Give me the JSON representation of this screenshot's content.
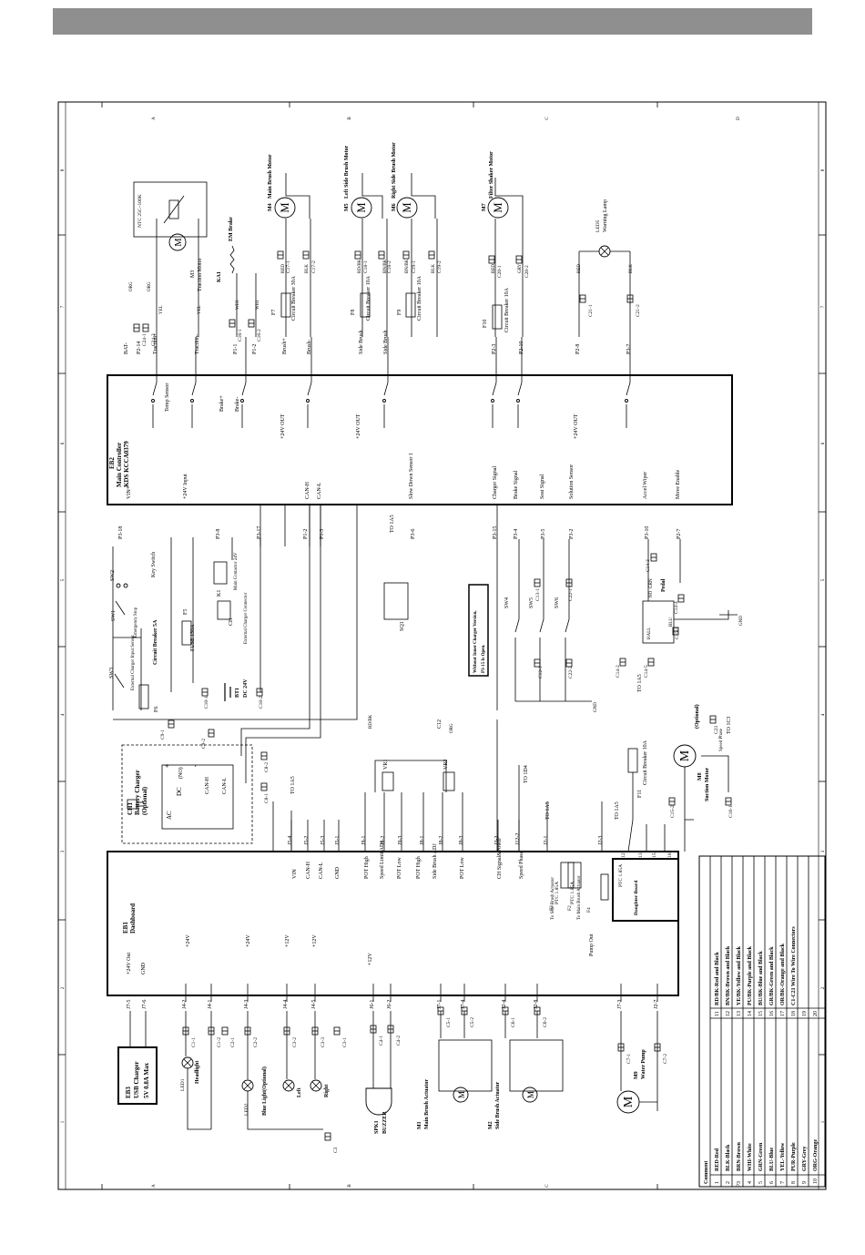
{
  "border": {
    "rows": [
      "A",
      "B",
      "C",
      "D"
    ],
    "cols": [
      "1",
      "2",
      "3",
      "4",
      "5",
      "6",
      "7",
      "8"
    ]
  },
  "boxes": {
    "main_controller": {
      "id": "EB2",
      "title": "Main Controller",
      "model": "KDS KCCA0379"
    },
    "dashboard": {
      "id": "EB1",
      "title": "Dashboard"
    },
    "usb_charger": {
      "id": "EB3",
      "title": "USB Charger",
      "rating": "5V 0.8A Max"
    },
    "battery_charger": {
      "id": "CH1",
      "title": "Battery Charger",
      "note": "(Optional)",
      "dc": "DC",
      "ac": "AC",
      "no": "(NO)",
      "canh": "CAN-H",
      "canl": "CAN-L"
    },
    "daughter_board": {
      "title": "Daughter Board",
      "j12": "J12",
      "j13": "J13",
      "j15": "J15",
      "j18": "J18"
    },
    "inner_charger_note": {
      "line1": "Without Inner Charger Version,",
      "line2": "P3-15 Is Open."
    }
  },
  "controller_signals": [
    "VIN+",
    "+24V Input",
    "CAN-H",
    "CAN-L",
    "Slow Down Sensor 1",
    "Charger Signal",
    "Brake Signal",
    "Seat Signal",
    "Solution Sensor",
    "Accel Wiper",
    "Move Enable",
    "Temp Sensor",
    "Brake+",
    "Brake-",
    "+24V OUT",
    "+24V OUT",
    "+24V OUT"
  ],
  "controller_pins": [
    "BAT-",
    "P2-14",
    "Traction+",
    "Traction-",
    "P1-1",
    "P1-2",
    "Brush+",
    "Brush-",
    "Side Brush",
    "Side Brush",
    "P2-3",
    "P2-10",
    "P2-8",
    "P3-7",
    "P3-18",
    "P3-8",
    "P3-17",
    "P1-2",
    "P1-3",
    "P3-6",
    "P3-15",
    "P3-4",
    "P3-5",
    "P3-2",
    "P3-10",
    "P2-7"
  ],
  "dashboard_signals": [
    "+24V Out",
    "GND",
    "VIN",
    "CAN-H",
    "CAN-L",
    "GND",
    "POT High",
    "Speed Limit ADJ",
    "POT Low",
    "POT High",
    "Side Brush ADJ",
    "POT Low",
    "CH Signal&Power",
    "Speed Phase",
    "Pump Out",
    "+24V",
    "+24V",
    "+12V",
    "+12V",
    "+12V"
  ],
  "dashboard_pins": [
    "J7-5",
    "J7-6",
    "J4-2",
    "J4-1",
    "J4-3",
    "J4-4",
    "J4-5",
    "J6-1",
    "J6-2",
    "J7-1",
    "J7-4",
    "J2-4",
    "J2-8",
    "J7-3",
    "J2-7",
    "J5-4",
    "J5-2",
    "J5-3",
    "J5-1",
    "J9-1",
    "J9-2",
    "J9-3",
    "J8-1",
    "J8-2",
    "J8-3",
    "J2-2",
    "J12-2",
    "J2-1",
    "J2-3"
  ],
  "dashboard_fuses": [
    {
      "id": "F3",
      "label": "PTC 1.85A",
      "note": "To Side Brush Actuator"
    },
    {
      "id": "F2",
      "label": "PTC 1.85A",
      "note": "To Main Brush Actuator"
    },
    {
      "id": "F4",
      "label": "PTC 1.85A"
    }
  ],
  "motors": {
    "m1": {
      "id": "M1",
      "name": "Main Brush Actuator"
    },
    "m2": {
      "id": "M2",
      "name": "Side Brush Actuator"
    },
    "m3": {
      "id": "M3",
      "name": "Traction Motor"
    },
    "m4": {
      "id": "M4",
      "name": "Main Brush Motor"
    },
    "m5": {
      "id": "M5",
      "name": "Left Side Brush Motor"
    },
    "m6": {
      "id": "M6",
      "name": "Right Side Brush Motor"
    },
    "m7": {
      "id": "M7",
      "name": "Filter Shaker Motor"
    },
    "m8": {
      "id": "M8",
      "name": "Suction Motor"
    },
    "m9": {
      "id": "M9",
      "name": "Water Pump"
    }
  },
  "breakers": [
    {
      "id": "F7",
      "label": "Circuit Breaker 30A"
    },
    {
      "id": "F8",
      "label": "Circuit Breaker 10A"
    },
    {
      "id": "F9",
      "label": "Circuit Breaker 10A"
    },
    {
      "id": "F10",
      "label": "Circuit Breaker 10A"
    },
    {
      "id": "F11",
      "label": "Circuit Breaker 10A"
    },
    {
      "id": "F6",
      "label": "Circuit Breaker 5A"
    },
    {
      "id": "F5",
      "label": "FUSE 150A"
    }
  ],
  "switches": [
    {
      "id": "SW1",
      "label": "Emergency Stop"
    },
    {
      "id": "SW2",
      "label": "Key Switch"
    },
    {
      "id": "SW3",
      "label": "External Charger Input Sensor"
    },
    {
      "id": "SW4",
      "label": ""
    },
    {
      "id": "SW5",
      "label": ""
    },
    {
      "id": "SW6",
      "label": ""
    },
    {
      "id": "SQ1",
      "label": ""
    }
  ],
  "misc": {
    "bt1": {
      "id": "BT1",
      "label": "DC 24V"
    },
    "k1": {
      "id": "K1",
      "label": "Main Contactor 24V"
    },
    "ch_ext": {
      "id": "CH",
      "label": "External Charger Connector"
    },
    "em_brake": {
      "id": "KA1",
      "label": "EM Brake"
    },
    "ntc": {
      "label": "NTC 25C~100K"
    },
    "warning_lamp": {
      "id": "LED5",
      "label": "Warning Lamp"
    },
    "headlight": {
      "id": "LED1",
      "label": "Headlight"
    },
    "blue_light": {
      "id": "LED2",
      "label": "Blue Light(Optional)"
    },
    "left_light": {
      "id": "LED3",
      "label": "Left"
    },
    "right_light": {
      "id": "LED4",
      "label": "Right"
    },
    "buzzer": {
      "id": "SPK1",
      "label": "BUZZER"
    },
    "vr1": {
      "id": "VR1"
    },
    "vr2": {
      "id": "VR2"
    },
    "pedal": {
      "label": "Pedal",
      "pins": [
        "NO",
        "GRN",
        "HALL",
        "BLU"
      ]
    },
    "gnd": "GND",
    "to_labels": [
      "TO 1A5",
      "TO 1A5",
      "TO 1A5",
      "TO 1A5",
      "TO 1A5",
      "TO 1D4",
      "TO 1C3",
      "TO 1A5"
    ],
    "speed_phase": "Speed Phase",
    "optional": "(Optional)"
  },
  "connectors": [
    "C1-1",
    "C1-2",
    "C2-1",
    "C2-2",
    "C3-1",
    "C3-2",
    "C3-3",
    "C3",
    "C4-1",
    "C4-2",
    "C5-1",
    "C5-2",
    "C6-1",
    "C6-2",
    "C7-1",
    "C7-2",
    "C8-1",
    "C8-2",
    "C9-1",
    "C9-2",
    "C10-1",
    "C10-2",
    "C12",
    "C12-1",
    "C12-2",
    "C13-1",
    "C14-1",
    "C14-2",
    "C14-3",
    "C14-4",
    "C14-5",
    "C15-1",
    "C15-2",
    "C16-1",
    "C16-2",
    "C17-1",
    "C17-2",
    "C18-1",
    "C18-2",
    "C19-1",
    "C19-2",
    "C20-1",
    "C20-2",
    "C21-1",
    "C21-2",
    "C22-1",
    "C22-2",
    "C23",
    "C24-1",
    "C24-2"
  ],
  "wire_colors_used": [
    "RED",
    "BLK",
    "YEL",
    "BRN",
    "BLU",
    "WHI",
    "GRY",
    "GRN",
    "ORG",
    "PUR",
    "RD/BK",
    "BN/BK",
    "BU/BK",
    "GR/BK",
    "YE/BK",
    "OR/BK"
  ],
  "legend": {
    "header": "Comment",
    "rows": [
      {
        "n1": "1",
        "c1": "RED-Red",
        "n2": "11",
        "c2": "RD/BK-Red and Black"
      },
      {
        "n1": "2",
        "c1": "BLK-Black",
        "n2": "12",
        "c2": "BN/BK-Brown and Black"
      },
      {
        "n1": "3",
        "c1": "BRN-Brown",
        "n2": "13",
        "c2": "YE/BK-Yellow and Black"
      },
      {
        "n1": "4",
        "c1": "WHI-White",
        "n2": "14",
        "c2": "PU/BK-Purple and Black"
      },
      {
        "n1": "5",
        "c1": "GRN-Green",
        "n2": "15",
        "c2": "BU/BK-Blue and Black"
      },
      {
        "n1": "6",
        "c1": "BLU-Blue",
        "n2": "16",
        "c2": "GR/BK-Green and Black"
      },
      {
        "n1": "7",
        "c1": "YEL-Yellow",
        "n2": "17",
        "c2": "OR/BK-Orange and Black"
      },
      {
        "n1": "8",
        "c1": "PUR-Purple",
        "n2": "18",
        "c2": "C1-C21 Wire To Wire Connectors"
      },
      {
        "n1": "9",
        "c1": "GRY-Grey",
        "n2": "19",
        "c2": ""
      },
      {
        "n1": "10",
        "c1": "ORG-Orange",
        "n2": "20",
        "c2": ""
      }
    ]
  }
}
